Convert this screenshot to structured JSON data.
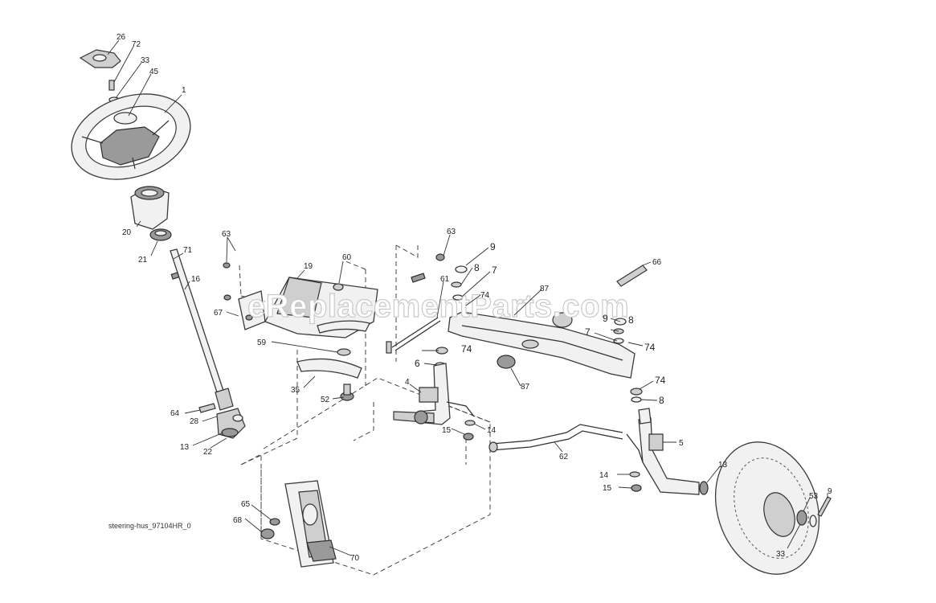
{
  "watermark": "eReplacementParts.com",
  "drawing_code": "steering-hus_97104HR_0",
  "callouts": {
    "c26": "26",
    "c72a": "72",
    "c33a": "33",
    "c45": "45",
    "c1": "1",
    "c20": "20",
    "c21": "21",
    "c71": "71",
    "c16": "16",
    "c64": "64",
    "c28": "28",
    "c13a": "13",
    "c22": "22",
    "c63a": "63",
    "c19": "19",
    "c60": "60",
    "c67a": "67",
    "c59": "59",
    "c35": "35",
    "c52": "52",
    "c63b": "63",
    "c9a": "9",
    "c8a": "8",
    "c7a": "7",
    "c61": "61",
    "c74a": "74",
    "c87a": "87",
    "c66": "66",
    "c9b": "9",
    "c8b": "8",
    "c7b": "7",
    "c74b": "74",
    "c74c": "74",
    "c6a": "6",
    "c87b": "87",
    "c74d": "74",
    "c8c": "8",
    "c4": "4",
    "c14a": "14",
    "c15a": "15",
    "c62": "62",
    "c5": "5",
    "c14b": "14",
    "c15b": "15",
    "c13b": "13",
    "c53": "53",
    "c9c": "9",
    "c33b": "33",
    "c65": "65",
    "c68": "68",
    "c70": "70"
  }
}
